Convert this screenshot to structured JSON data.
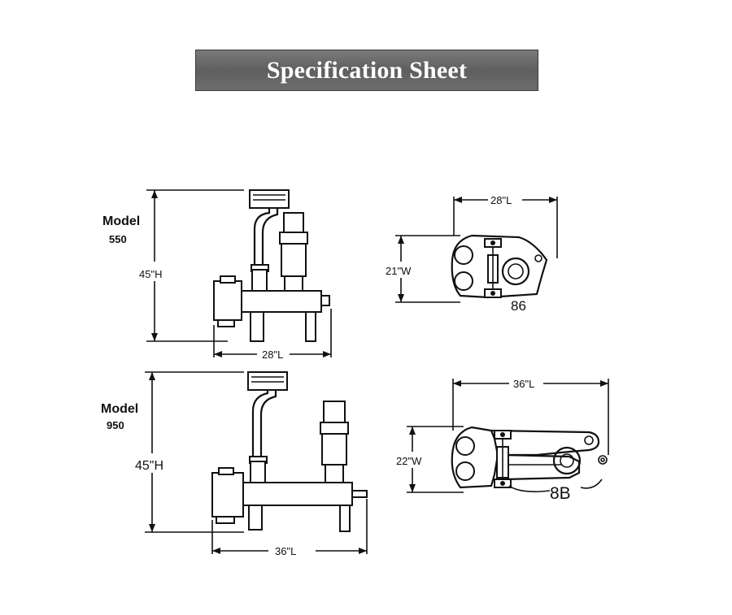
{
  "title": "Specification Sheet",
  "models": [
    {
      "label": "Model",
      "number": "550",
      "side_height": "45\"H",
      "side_length": "28\"L",
      "top_length": "28\"L",
      "top_width": "21\"W",
      "top_tag": "86"
    },
    {
      "label": "Model",
      "number": "950",
      "side_height": "45\"H",
      "side_length": "36\"L",
      "top_length": "36\"L",
      "top_width": "22\"W",
      "top_tag": "8B"
    }
  ]
}
